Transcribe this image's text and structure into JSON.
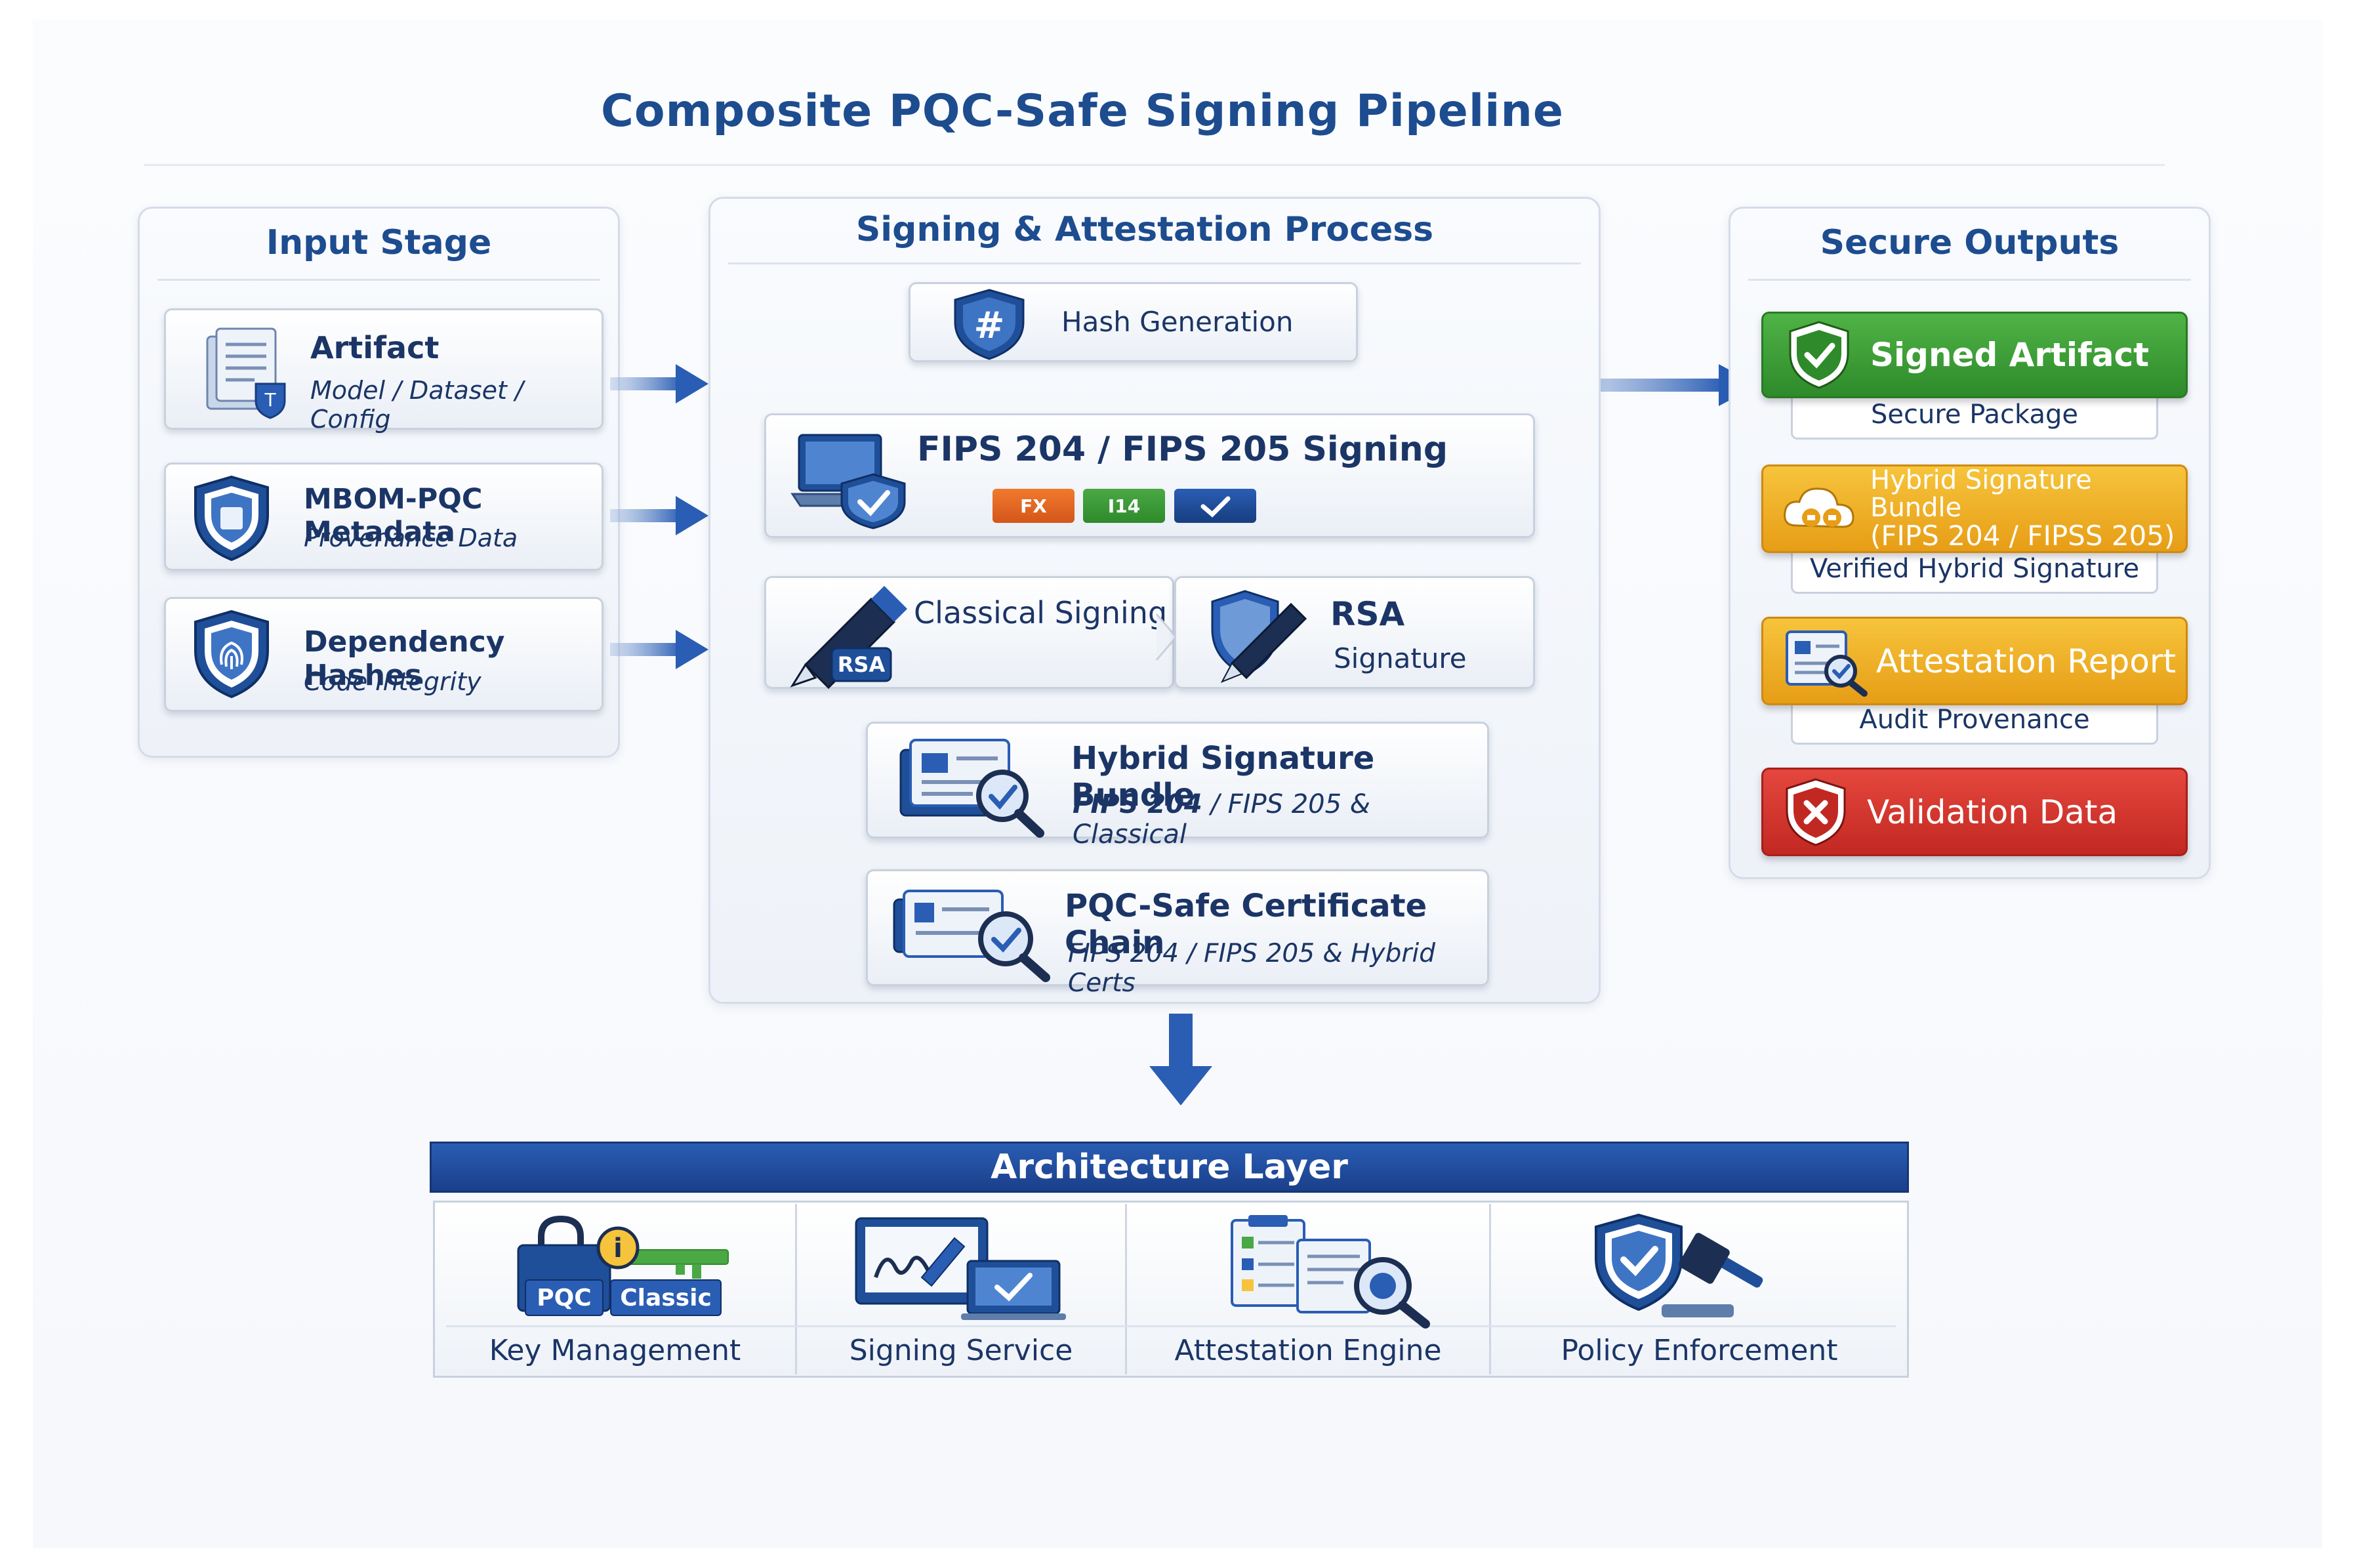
{
  "title": "Composite PQC-Safe Signing Pipeline",
  "input_stage": {
    "title": "Input Stage",
    "artifact": {
      "title": "Artifact",
      "subtitle": "Model / Dataset / Config"
    },
    "mbom": {
      "title": "MBOM-PQC Metadata",
      "subtitle": "Provenance Data"
    },
    "deps": {
      "title": "Dependency Hashes",
      "subtitle": "Code Integrity"
    }
  },
  "process": {
    "title": "Signing & Attestation Process",
    "hash": "Hash Generation",
    "fips": {
      "title": "FIPS 204 / FIPS 205 Signing",
      "chips": [
        "FX",
        "I14"
      ]
    },
    "classical": {
      "title": "Classical Signing",
      "icon_label": "RSA"
    },
    "rsa": {
      "title": "RSA",
      "subtitle": "Signature"
    },
    "bundle": {
      "title": "Hybrid Signature Bundle",
      "subtitle_bold": "FIPS 204",
      "subtitle_rest": " / FIPS 205 & Classical"
    },
    "chain": {
      "title": "PQC-Safe Certificate Chain",
      "subtitle": "FIPS 204 / FIPS 205 & Hybrid Certs"
    }
  },
  "outputs": {
    "title": "Secure Outputs",
    "signed": {
      "label": "Signed Artifact",
      "sub": "Secure Package"
    },
    "hybrid": {
      "label_line1": "Hybrid Signature Bundle",
      "label_line2": "(FIPS 204 / FIPSS 205)",
      "sub": "Verified Hybrid Signature"
    },
    "attest": {
      "label": "Attestation Report",
      "sub": "Audit Provenance"
    },
    "validation": {
      "label": "Validation Data"
    }
  },
  "architecture": {
    "title": "Architecture Layer",
    "items": [
      {
        "label": "Key Management",
        "chip1": "PQC",
        "chip2": "Classic"
      },
      {
        "label": "Signing Service"
      },
      {
        "label": "Attestation Engine"
      },
      {
        "label": "Policy Enforcement"
      }
    ]
  },
  "colors": {
    "primary_blue": "#1d4c8f",
    "arrow_blue": "#2a5db4",
    "green": "#2e8a2a",
    "gold": "#e79d16",
    "red": "#c22822"
  }
}
